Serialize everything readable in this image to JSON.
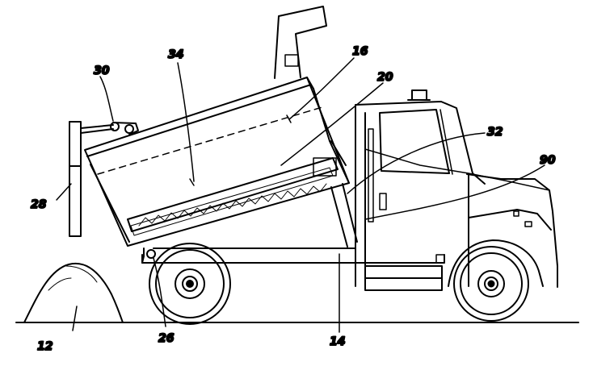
{
  "figure": {
    "reference_numerals": {
      "n12": "12",
      "n14": "14",
      "n16": "16",
      "n20": "20",
      "n26": "26",
      "n28": "28",
      "n30": "30",
      "n32": "32",
      "n34": "34",
      "n90": "90"
    },
    "colors": {
      "line": "#000000",
      "background": "#ffffff"
    }
  }
}
